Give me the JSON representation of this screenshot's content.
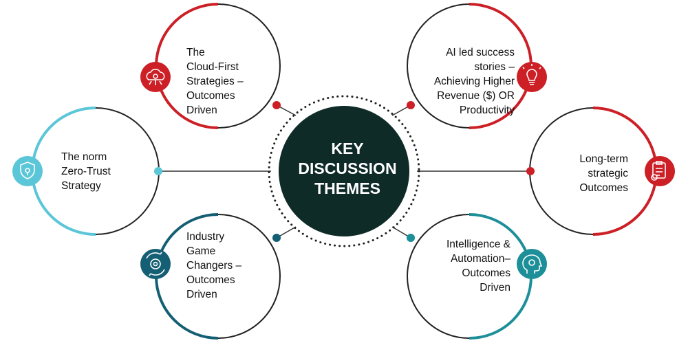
{
  "center": {
    "title": "KEY\nDISCUSSION\nTHEMES"
  },
  "themes": [
    {
      "label": "The\nCloud-First\nStrategies –\nOutcomes\nDriven",
      "color": "#cc1f26",
      "icon": "cloud-gear-icon"
    },
    {
      "label": "AI led success\nstories –\nAchieving Higher\nRevenue ($) OR\nProductivity",
      "color": "#cc1f26",
      "icon": "ai-bulb-icon"
    },
    {
      "label": "The norm\nZero-Trust\nStrategy",
      "color": "#5bc6d8",
      "icon": "shield-icon"
    },
    {
      "label": "Long-term\nstrategic\nOutcomes",
      "color": "#cc1f26",
      "icon": "strategy-board-icon"
    },
    {
      "label": "Industry\nGame\nChangers –\nOutcomes\nDriven",
      "color": "#145f73",
      "icon": "gear-cycle-icon"
    },
    {
      "label": "Intelligence &\nAutomation–\nOutcomes\nDriven",
      "color": "#1d8f99",
      "icon": "brain-gear-icon"
    }
  ]
}
